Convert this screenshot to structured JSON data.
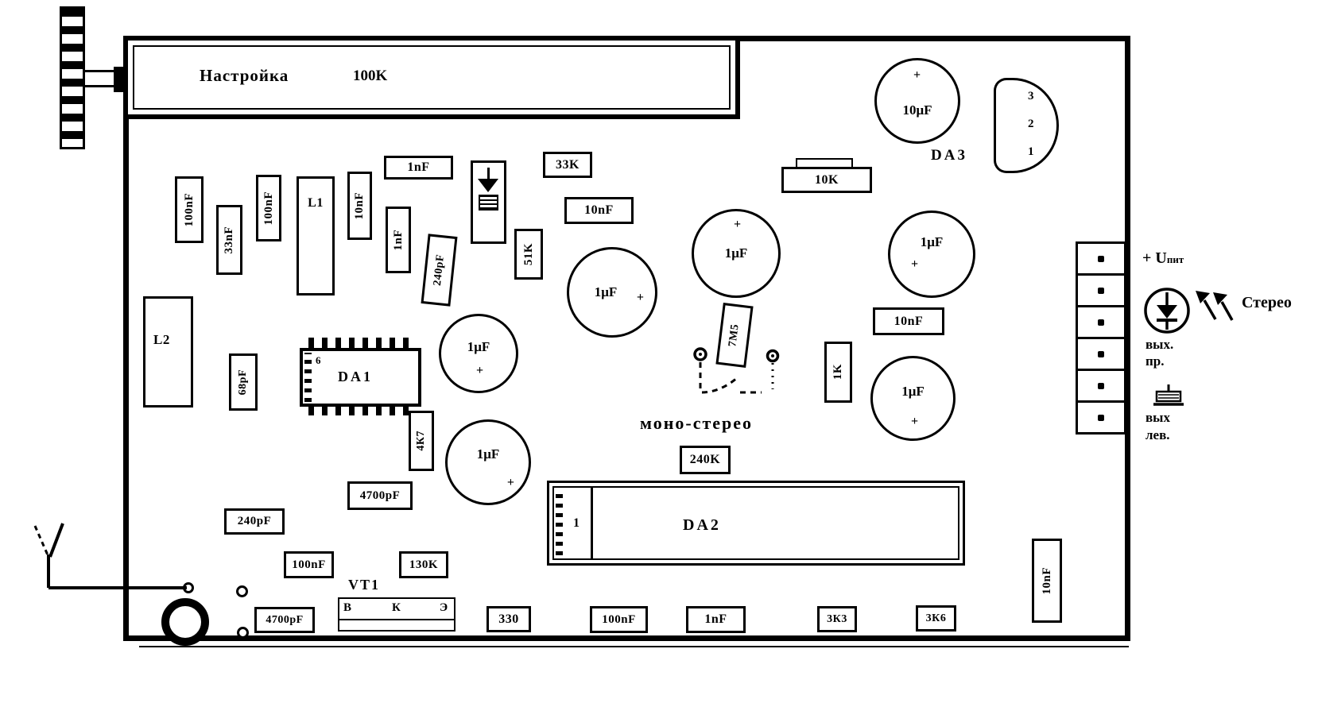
{
  "sym": {
    "plus": "+"
  },
  "pot": {
    "label": "Настройка",
    "value": "100K"
  },
  "coils": {
    "l1": "L1",
    "l2": "L2"
  },
  "ics": {
    "da1": {
      "label": "DA1",
      "pin_mark": "6"
    },
    "da2": {
      "label": "DA2",
      "pin1": "1"
    },
    "da3": {
      "label": "DA3",
      "pin3": "3",
      "pin2": "2",
      "pin1": "1"
    }
  },
  "transistor": {
    "label": "VT1",
    "b": "В",
    "k": "К",
    "e": "Э"
  },
  "caps": {
    "a": "1μF",
    "b": "1μF",
    "c": "10μF",
    "d": "1μF",
    "e": "1μF",
    "f": "1μF",
    "g": "1μF"
  },
  "parts": {
    "c100nf_1": "100nF",
    "c33nf": "33nF",
    "c100nf_2": "100nF",
    "c10nf_1": "10nF",
    "c1nf_1": "1nF",
    "c1nf_2": "1nF",
    "c240pf_1": "240pF",
    "r33k": "33K",
    "c10nf_2": "10nF",
    "r51k": "51K",
    "r10k": "10K",
    "c10nf_3": "10nF",
    "r1k": "1K",
    "r7m5": "7М5",
    "r240k": "240K",
    "c68pf": "68pF",
    "r4k7": "4К7",
    "c4700pf_1": "4700pF",
    "c240pf_2": "240pF",
    "c100nf_3": "100nF",
    "r130k": "130K",
    "c4700pf_2": "4700pF",
    "r330": "330",
    "c100nf_4": "100nF",
    "c1nf_3": "1nF",
    "r3k3": "3К3",
    "r3k6": "3К6",
    "c10nf_4": "10nF"
  },
  "jumper": {
    "label": "моно-стерео"
  },
  "io": {
    "power": "+ U",
    "power_sub": "пит",
    "stereo": "Стерео",
    "out_r1": "вых.",
    "out_r2": "пр.",
    "out_l1": "вых",
    "out_l2": "лев."
  }
}
